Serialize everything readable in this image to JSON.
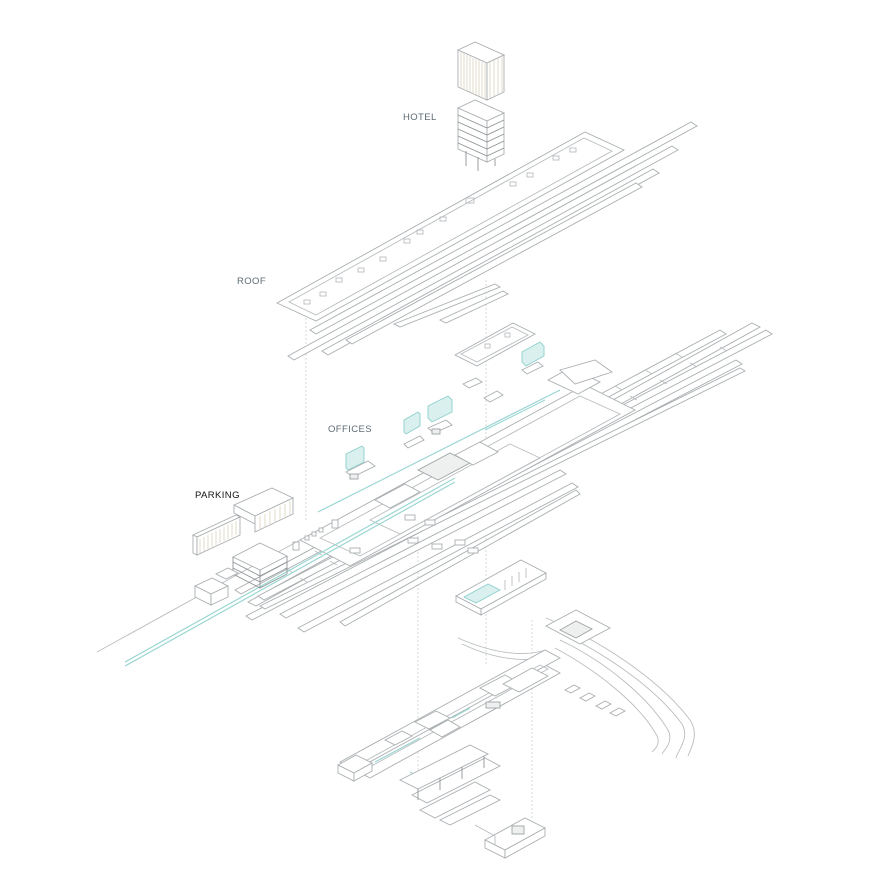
{
  "labels": {
    "hotel": "HOTEL",
    "roof": "ROOF",
    "offices": "OFFICES",
    "parking": "PARKING"
  },
  "colors": {
    "background": "#ffffff",
    "linework": "#b9bdbf",
    "accent_cyan": "#9ad6d2",
    "label_gray": "#5e6b73",
    "label_dark": "#111111"
  }
}
